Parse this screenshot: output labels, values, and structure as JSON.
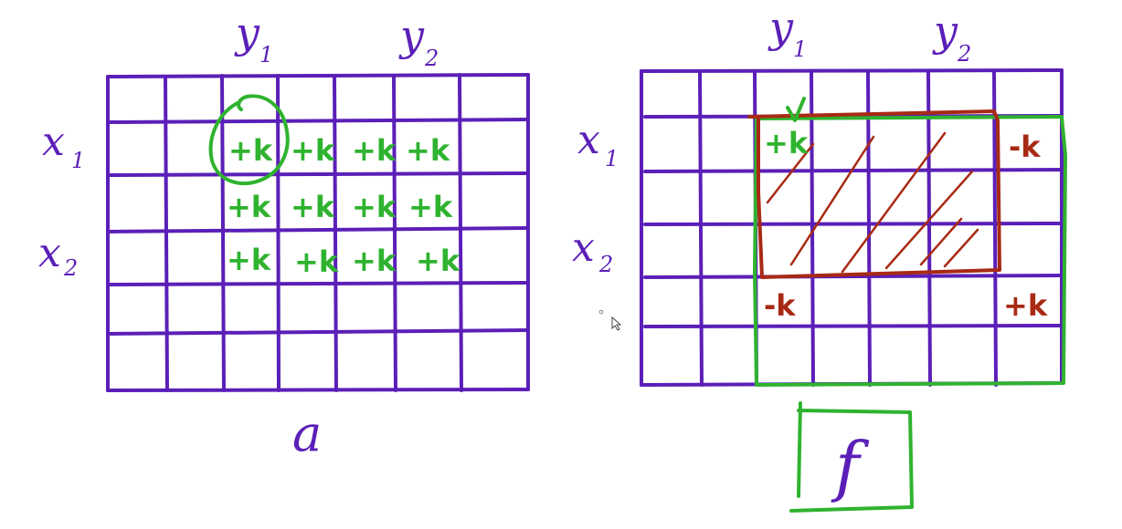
{
  "colors": {
    "grid": "#5b1fb8",
    "label": "#5b1fb8",
    "green": "#2fb32f",
    "red": "#a82a14",
    "background": "#ffffff"
  },
  "left": {
    "col_label_1": "y",
    "col_label_1_sub": "1",
    "col_label_2": "y",
    "col_label_2_sub": "2",
    "row_label_1": "x",
    "row_label_1_sub": "1",
    "row_label_2": "x",
    "row_label_2_sub": "2",
    "caption": "a",
    "cells": [
      "+k",
      "+k",
      "+k",
      "+k",
      "+k",
      "+k",
      "+k",
      "+k",
      "+k",
      "+k",
      "+k",
      "+k"
    ]
  },
  "right": {
    "col_label_1": "y",
    "col_label_1_sub": "1",
    "col_label_2": "y",
    "col_label_2_sub": "2",
    "row_label_1": "x",
    "row_label_1_sub": "1",
    "row_label_2": "x",
    "row_label_2_sub": "2",
    "caption": "f",
    "corner_top_left": "+k",
    "corner_top_right": "-k",
    "corner_bottom_left": "-k",
    "corner_bottom_right": "+k"
  }
}
